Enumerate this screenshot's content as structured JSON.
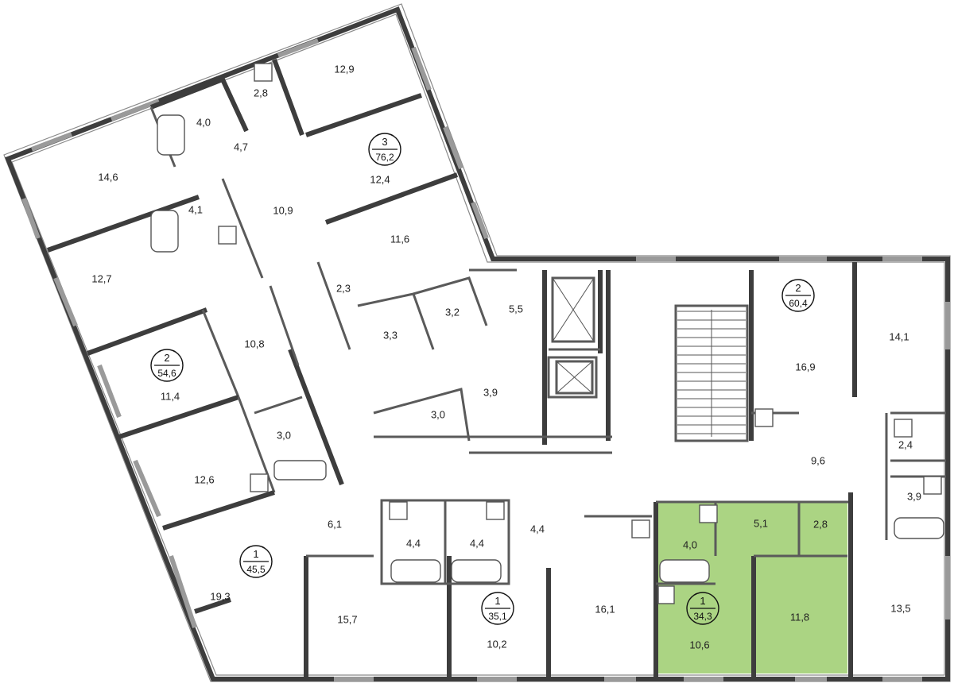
{
  "apartments": [
    {
      "id": "apt-3-76",
      "rooms": "3",
      "area": "76,2"
    },
    {
      "id": "apt-2-54",
      "rooms": "2",
      "area": "54,6"
    },
    {
      "id": "apt-2-60",
      "rooms": "2",
      "area": "60,4"
    },
    {
      "id": "apt-1-45",
      "rooms": "1",
      "area": "45,5"
    },
    {
      "id": "apt-1-35",
      "rooms": "1",
      "area": "35,1"
    },
    {
      "id": "apt-1-34",
      "rooms": "1",
      "area": "34,3",
      "highlighted": true
    }
  ],
  "rooms": [
    "12,9",
    "2,8",
    "4,0",
    "4,7",
    "14,6",
    "12,4",
    "4,1",
    "10,9",
    "11,6",
    "12,7",
    "2,3",
    "3,2",
    "5,5",
    "3,3",
    "10,8",
    "11,4",
    "3,9",
    "3,0",
    "3,0",
    "12,6",
    "6,1",
    "4,4",
    "4,4",
    "4,4",
    "19,3",
    "15,7",
    "10,2",
    "16,1",
    "4,0",
    "5,1",
    "2,8",
    "10,6",
    "11,8",
    "16,9",
    "14,1",
    "2,4",
    "9,6",
    "3,9",
    "13,5"
  ],
  "highlight_color": "#9ccc6d"
}
